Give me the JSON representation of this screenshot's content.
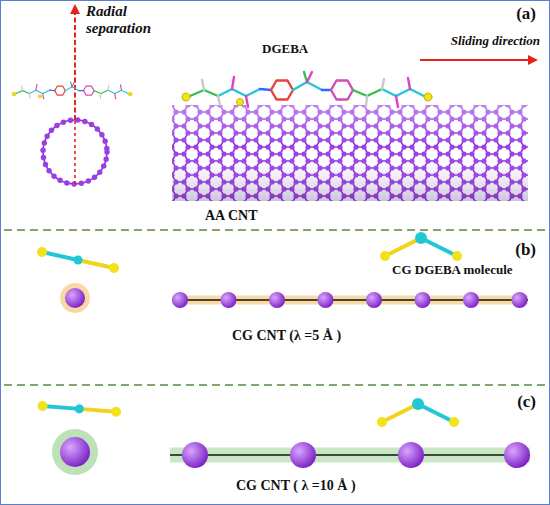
{
  "diagram": {
    "labels": [
      "(a)",
      "Radial separation",
      "DGEBA",
      "Sliding direction",
      "AA CNT",
      "(b)",
      "CG DGEBA molecule",
      "CG CNT (λ =5 Å )",
      "(c)",
      "CG CNT ( λ =10 Å )"
    ]
  }
}
